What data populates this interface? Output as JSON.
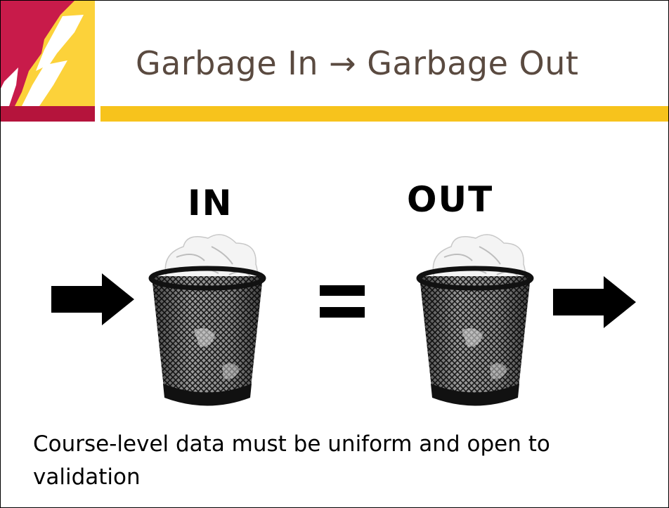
{
  "title": "Garbage In → Garbage Out",
  "labels": {
    "in": "IN",
    "out": "OUT"
  },
  "caption": "Course-level data must be uniform and open to validation",
  "icons": {
    "logo": "flame-logo-icon",
    "input_arrow": "arrow-right-icon",
    "bin_in": "trash-bin-icon",
    "equals": "equals-icon",
    "bin_out": "trash-bin-icon",
    "output_arrow": "arrow-right-icon"
  },
  "colors": {
    "brand_red": "#b5143c",
    "brand_gold": "#f7c31c",
    "title_text": "#5a4a40"
  }
}
